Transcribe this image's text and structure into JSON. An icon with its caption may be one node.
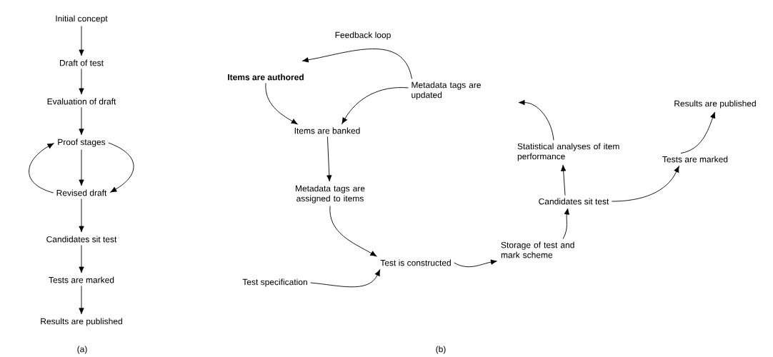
{
  "diagram": {
    "nodes": [
      {
        "text": [
          "Initial concept"
        ]
      },
      {
        "text": [
          "Draft of test"
        ]
      },
      {
        "text": [
          "Evaluation of draft"
        ]
      },
      {
        "text": [
          "Proof stages"
        ]
      },
      {
        "text": [
          "Revised draft"
        ]
      },
      {
        "text": [
          "Candidates sit test"
        ]
      },
      {
        "text": [
          "Tests are marked"
        ]
      },
      {
        "text": [
          "Results are published"
        ]
      },
      {
        "text": [
          "Items are authored"
        ]
      },
      {
        "text": [
          "Items are banked"
        ]
      },
      {
        "text": [
          "Metadata tags are assigned to items"
        ]
      },
      {
        "text": [
          "Test is constructed"
        ]
      },
      {
        "text": [
          "Test specification"
        ]
      },
      {
        "text": [
          "Storage of test and mark scheme"
        ]
      },
      {
        "text": [
          "Candidates sit test"
        ]
      },
      {
        "text": [
          "Statistical analyses of item performance"
        ]
      },
      {
        "text": [
          "Metadata tags are updated"
        ]
      },
      {
        "text": [
          "Tests are marked"
        ]
      },
      {
        "text": [
          "Results are published"
        ]
      }
    ],
    "edges": [
      {
        "from": 0,
        "to": 1,
        "arrow": "to"
      },
      {
        "from": 1,
        "to": 2,
        "arrow": "to"
      },
      {
        "from": 2,
        "to": 3,
        "arrow": "to"
      },
      {
        "from": 3,
        "to": 4,
        "arrow": "to"
      },
      {
        "from": 4,
        "to": 3,
        "arrow": "to"
      },
      {
        "from": 3,
        "to": 4,
        "arrow": "to"
      },
      {
        "from": 4,
        "to": 5,
        "arrow": "to"
      },
      {
        "from": 5,
        "to": 6,
        "arrow": "to"
      },
      {
        "from": 6,
        "to": 7,
        "arrow": "to"
      },
      {
        "from": 16,
        "to": 8,
        "arrow": "to",
        "label": "Feedback loop"
      },
      {
        "from": 16,
        "to": 9,
        "arrow": "to"
      },
      {
        "from": 8,
        "to": 9,
        "arrow": "to"
      },
      {
        "from": 9,
        "to": 10,
        "arrow": "to"
      },
      {
        "from": 10,
        "to": 11,
        "arrow": "to"
      },
      {
        "from": 12,
        "to": 11,
        "arrow": "to"
      },
      {
        "from": 11,
        "to": 13,
        "arrow": "to"
      },
      {
        "from": 13,
        "to": 14,
        "arrow": "to"
      },
      {
        "from": 14,
        "to": 15,
        "arrow": "to"
      },
      {
        "from": 15,
        "to": 16,
        "arrow": "to"
      },
      {
        "from": 14,
        "to": 17,
        "arrow": "to"
      },
      {
        "from": 17,
        "to": 18,
        "arrow": "to"
      }
    ],
    "labels": [
      "(a)",
      "(b)"
    ]
  }
}
